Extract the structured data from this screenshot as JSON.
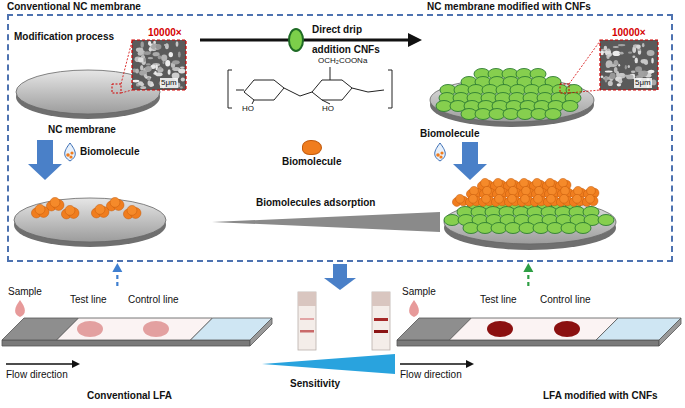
{
  "diagram": {
    "nodes": [
      {
        "text": [
          "Conventional NC membrane",
          "NC membrane modified with CNFs"
        ]
      },
      {
        "text": [
          "Conventional LFA"
        ]
      },
      {
        "text": [
          "LFA modified with CNFs"
        ]
      }
    ],
    "edges": [
      {
        "from": 1,
        "to": 0,
        "arrow": "to"
      },
      {
        "from": 2,
        "to": 0,
        "arrow": "to"
      }
    ],
    "labels": [
      "Modification process",
      "10000×",
      "5μm",
      "NC membrane",
      "Direct drip addition CNFs",
      "OCH₂COONa",
      "HO",
      "HO",
      "10000×",
      "5μm",
      "Biomolecule",
      "Biomolecule",
      "Biomolecules adsorption",
      "Sample",
      "Test line",
      "Control line",
      "Flow direction",
      "Sensitivity",
      "Sample",
      "Test line",
      "Control line",
      "Flow direction"
    ],
    "legend": [
      {
        "text": "Biomolecule",
        "color": "#f07d1e"
      }
    ]
  }
}
